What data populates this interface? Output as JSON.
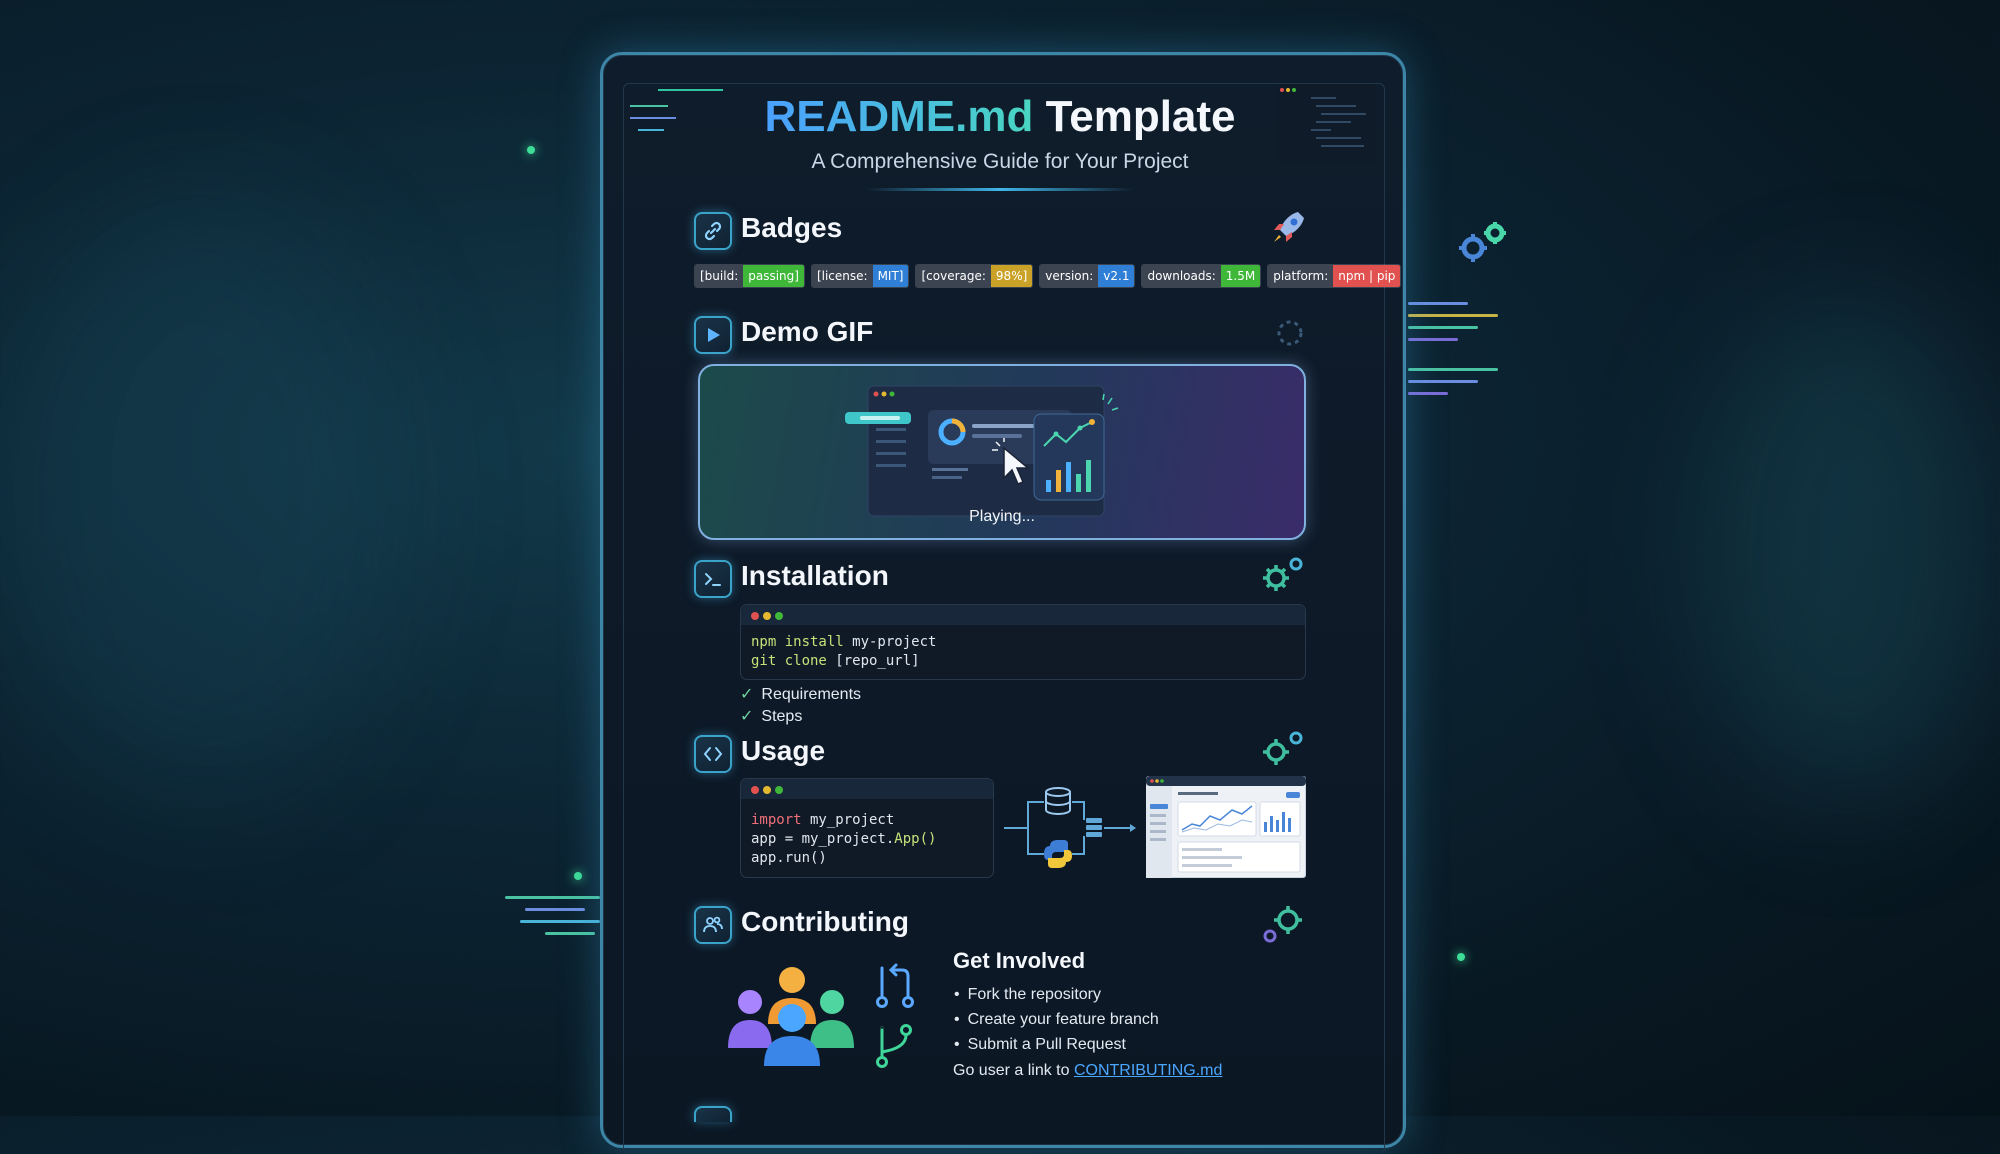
{
  "header": {
    "title_md": "README.md",
    "title_rest": "Template",
    "subtitle": "A Comprehensive Guide for Your Project"
  },
  "sections": {
    "badges": {
      "title": "Badges"
    },
    "demo": {
      "title": "Demo GIF",
      "status": "Playing..."
    },
    "installation": {
      "title": "Installation",
      "code": [
        {
          "cmd": "npm install",
          "arg": " my-project"
        },
        {
          "cmd": "git clone",
          "arg": " [repo_url]"
        }
      ],
      "checklist": [
        "Requirements",
        "Steps"
      ]
    },
    "usage": {
      "title": "Usage",
      "code_line1_kw": "import",
      "code_line1_rest": " my_project",
      "code_line2_a": "app = my_project.",
      "code_line2_fn": "App()",
      "code_line3": "app.run()"
    },
    "contributing": {
      "title": "Contributing",
      "get_involved": "Get Involved",
      "items": [
        "Fork the repository",
        "Create your feature branch",
        "Submit a Pull Request"
      ],
      "link_prefix": "Go user a link to ",
      "link_text": "CONTRIBUTING.md"
    }
  },
  "badges": [
    {
      "key": "[build:",
      "value": "passing]",
      "color": "#3fb83a"
    },
    {
      "key": "[license:",
      "value": "MIT]",
      "color": "#2f7fd6"
    },
    {
      "key": "[coverage:",
      "value": "98%]",
      "color": "#c9a227"
    },
    {
      "key": "version:",
      "value": "v2.1",
      "color": "#2f7fd6"
    },
    {
      "key": "downloads:",
      "value": "1.5M",
      "color": "#3fb83a"
    },
    {
      "key": "platform:",
      "value": "npm | pip",
      "color": "#e0514f"
    }
  ],
  "colors": {
    "accent_blue": "#4aa0ff",
    "accent_teal": "#49d6c1",
    "frame_border": "#3d86a8",
    "check_green": "#6fd3a0",
    "link_blue": "#4aa6ff"
  },
  "icons": {
    "badges": "link-icon",
    "demo": "play-icon",
    "installation": "terminal-icon",
    "usage": "code-brackets-icon",
    "contributing": "people-icon",
    "rocket": "rocket-icon",
    "gear": "gear-icon",
    "loader": "spinner-icon"
  }
}
